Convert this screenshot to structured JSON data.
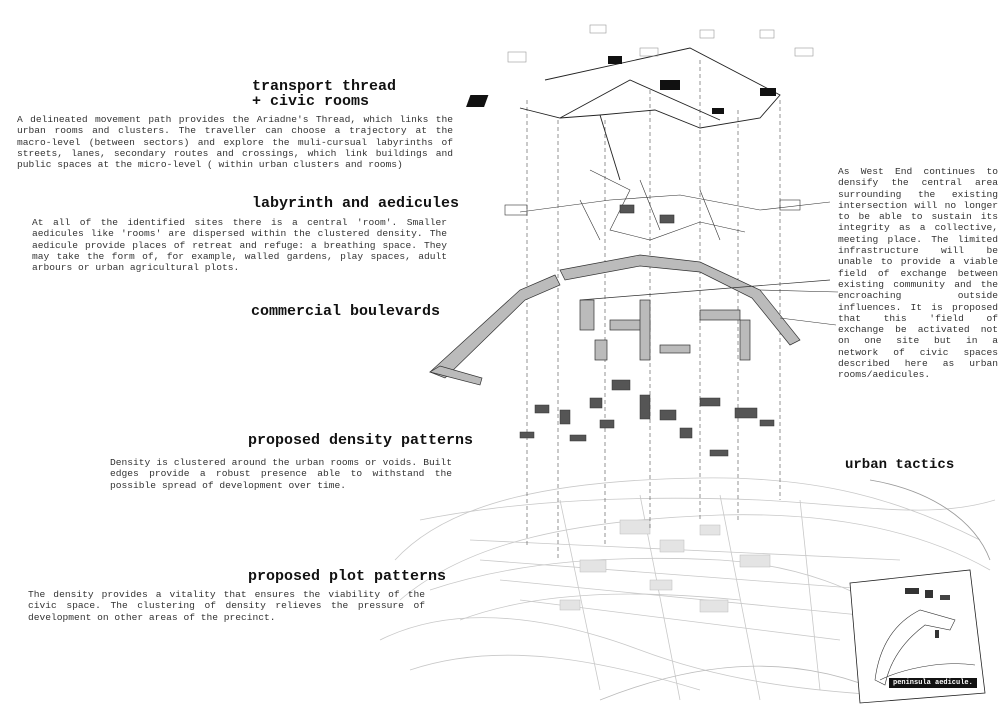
{
  "sections": {
    "transport": {
      "title_line1": "transport thread",
      "title_line2": "+ civic rooms",
      "body": "A delineated movement path provides the Ariadne's Thread, which links the urban rooms and clusters.  The traveller can choose a trajectory at the macro-level (between sectors) and explore the muli-cursual labyrinths of streets, lanes, secondary routes and crossings, which link buildings and public spaces at the micro-level ( within urban clusters and rooms)"
    },
    "labyrinth": {
      "title": "labyrinth and aedicules",
      "body": "At all of the identified sites there is a central 'room'.  Smaller aedicules like 'rooms' are dispersed within the clustered density. The aedicule provide places of retreat and refuge: a  breathing space.  They may take the form of, for example, walled gardens, play spaces, adult arbours or urban agricultural plots."
    },
    "boulevards": {
      "title": "commercial boulevards"
    },
    "density": {
      "title": "proposed density patterns",
      "body": "Density is clustered around the urban rooms or voids.  Built edges provide a robust presence able to withstand the possible spread of development over time."
    },
    "plot": {
      "title": "proposed plot patterns",
      "body": "The density  provides a vitality that ensures the viability of the civic space.  The clustering of density relieves the pressure of development on other areas of the precinct."
    },
    "tactics": {
      "body": "As West End continues to densify the central area surrounding the existing intersection will no longer to be able to sustain its integrity as a collective, meeting place.  The limited infrastructure will be unable to provide a viable field of exchange between existing community and the encroaching outside influences.  It is proposed that this 'field of exchange be activated not on one site but in a network of civic spaces described here as urban rooms/aedicules.",
      "title": "urban tactics"
    }
  },
  "inset": {
    "label": "peninsula aedicule."
  }
}
